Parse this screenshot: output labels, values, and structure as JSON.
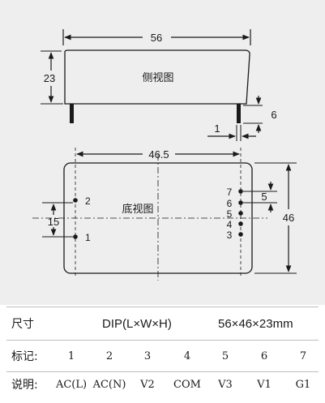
{
  "diagram": {
    "dims": {
      "side_length": "56",
      "side_height": "23",
      "pin_length": "6",
      "pin_width": "1",
      "pin_span": "46.5",
      "body_height": "46",
      "pin_pitch": "5",
      "pin_row_offset": "15"
    },
    "views": {
      "side": "侧视图",
      "bottom": "底视图"
    },
    "pins_left": [
      "2",
      "1"
    ],
    "pins_right": [
      "7",
      "6",
      "5",
      "4",
      "3"
    ]
  },
  "spec": {
    "size_label": "尺寸",
    "package_label": "DIP(L×W×H)",
    "dimensions_value": "56×46×23mm",
    "marking_label": "标记:",
    "markings": [
      "1",
      "2",
      "3",
      "4",
      "5",
      "6",
      "7"
    ],
    "function_label": "说明:",
    "functions": [
      "AC(L)",
      "AC(N)",
      "V2",
      "COM",
      "V3",
      "V1",
      "G1"
    ]
  }
}
